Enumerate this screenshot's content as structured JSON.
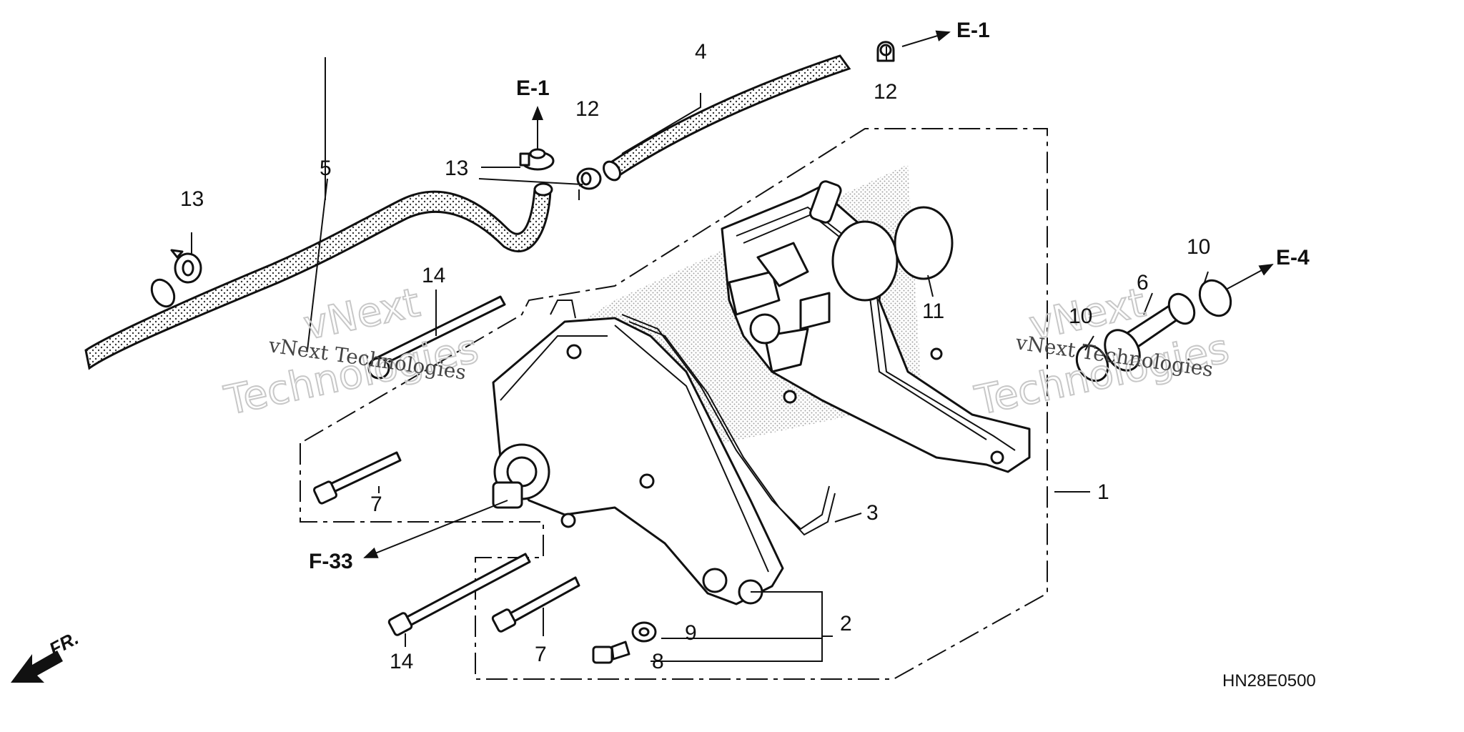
{
  "diagram": {
    "callouts": {
      "c1": "1",
      "c2": "2",
      "c3": "3",
      "c4": "4",
      "c5": "5",
      "c6": "6",
      "c7a": "7",
      "c7b": "7",
      "c8": "8",
      "c9": "9",
      "c10a": "10",
      "c10b": "10",
      "c11": "11",
      "c12a": "12",
      "c12b": "12",
      "c13a": "13",
      "c13b": "13",
      "c14a": "14",
      "c14b": "14"
    },
    "refs": {
      "e1_top": "E-1",
      "e1_mid": "E-1",
      "e4": "E-4",
      "f33": "F-33"
    },
    "direction_label": "FR.",
    "diagram_code": "HN28E0500",
    "watermark": {
      "line1_small": "vNext Technologies",
      "outline_word1": "vNext",
      "outline_word2": "Technologies",
      "line2_small": "vNext Technologies",
      "outline_word3": "vNext",
      "outline_word4": "Technologies"
    }
  }
}
